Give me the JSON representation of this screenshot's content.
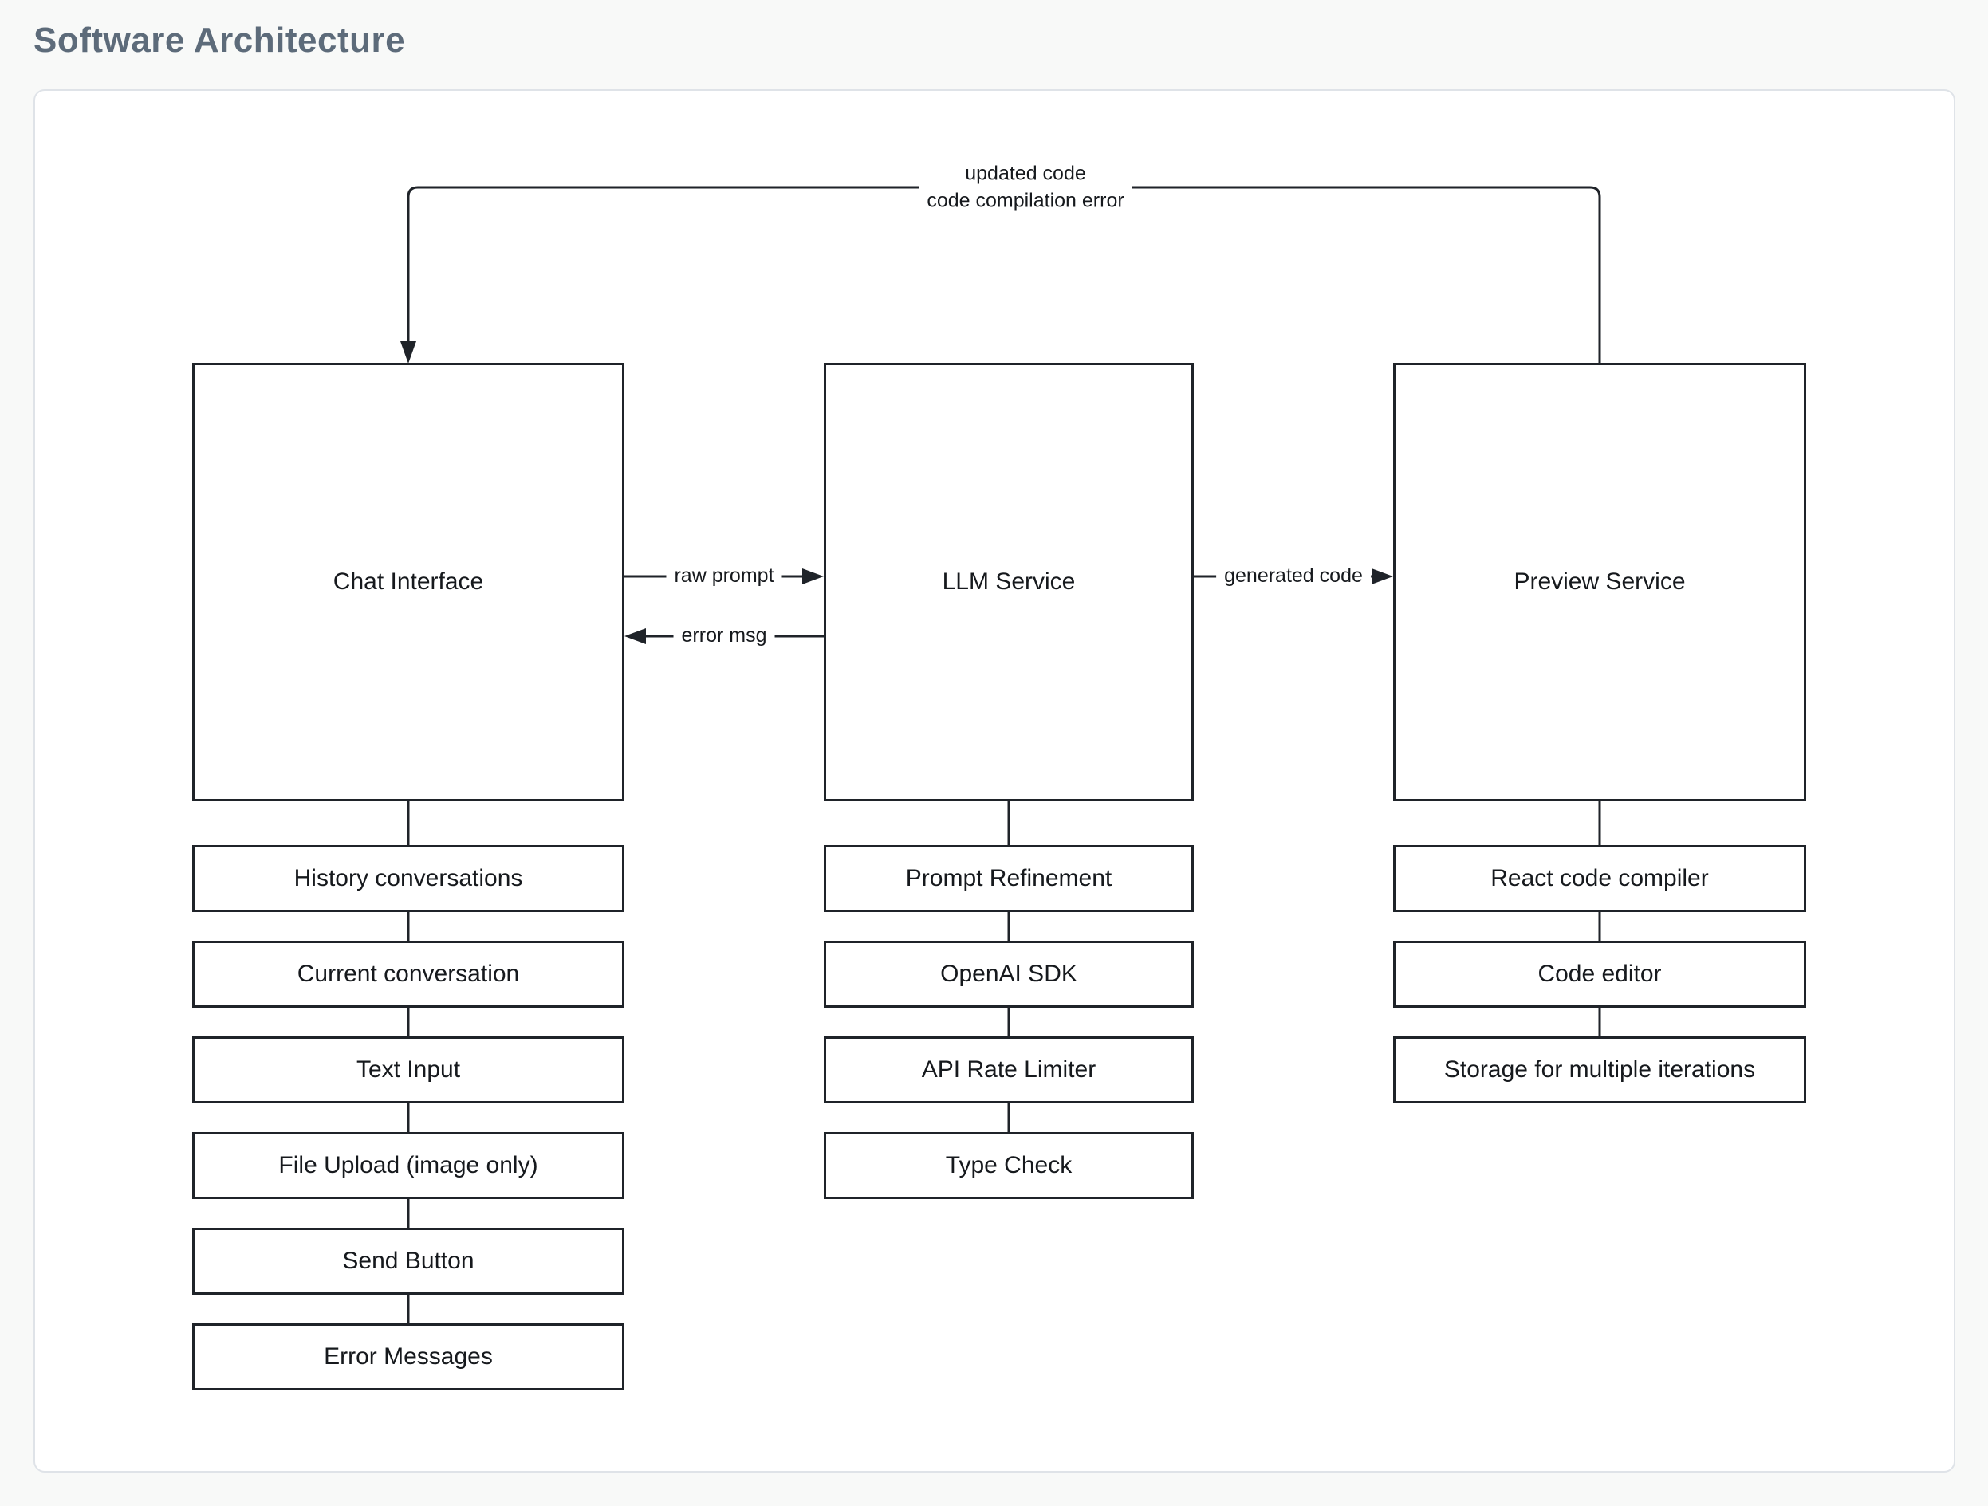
{
  "page": {
    "title": "Software Architecture"
  },
  "diagram": {
    "services": [
      {
        "name": "Chat Interface",
        "children": [
          "History conversations",
          "Current conversation",
          "Text Input",
          "File Upload (image only)",
          "Send Button",
          "Error Messages"
        ]
      },
      {
        "name": "LLM Service",
        "children": [
          "Prompt Refinement",
          "OpenAI SDK",
          "API Rate Limiter",
          "Type Check"
        ]
      },
      {
        "name": "Preview Service",
        "children": [
          "React code compiler",
          "Code editor",
          "Storage for multiple iterations"
        ]
      }
    ],
    "edges": {
      "raw_prompt": "raw prompt",
      "error_msg": "error msg",
      "generated_code": "generated code",
      "feedback_line1": "updated code",
      "feedback_line2": "code compilation error"
    },
    "colors": {
      "line": "#1f2329",
      "box_background": "#ffffff",
      "panel_border": "#dfe3e8",
      "page_background": "#f8f9f8",
      "title_text": "#5d6b7a",
      "diagram_text": "#16191d"
    }
  }
}
